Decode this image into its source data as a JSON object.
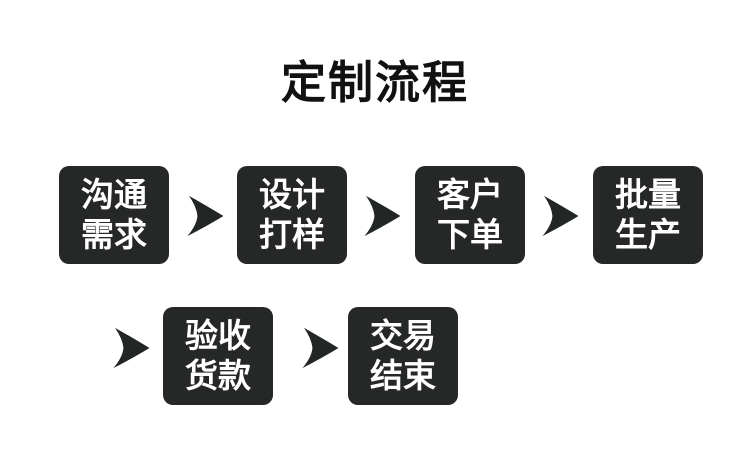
{
  "title": "定制流程",
  "flow": {
    "connector_icon": "arrow-right-dart",
    "steps": [
      {
        "label": "沟通需求",
        "line1": "沟通",
        "line2": "需求"
      },
      {
        "label": "设计打样",
        "line1": "设计",
        "line2": "打样"
      },
      {
        "label": "客户下单",
        "line1": "客户",
        "line2": "下单"
      },
      {
        "label": "批量生产",
        "line1": "批量",
        "line2": "生产"
      },
      {
        "label": "验收货款",
        "line1": "验收",
        "line2": "货款"
      },
      {
        "label": "交易结束",
        "line1": "交易",
        "line2": "结束"
      }
    ]
  },
  "colors": {
    "background": "#ffffff",
    "box_bg": "#262827",
    "box_text": "#ffffff",
    "arrow": "#222624",
    "title_text": "#111111"
  }
}
